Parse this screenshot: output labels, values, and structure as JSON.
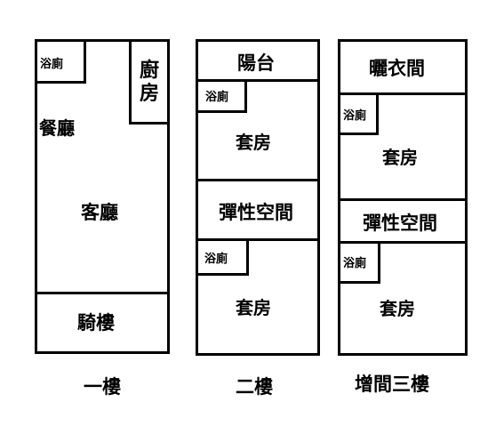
{
  "floors": [
    {
      "caption": "一樓",
      "rooms": {
        "bathroom": "浴廁",
        "kitchen": "廚房",
        "dining": "餐廳",
        "living": "客廳",
        "arcade": "騎樓"
      }
    },
    {
      "caption": "二樓",
      "rooms": {
        "balcony": "陽台",
        "bathroom_1": "浴廁",
        "suite_1": "套房",
        "flex_space": "彈性空間",
        "bathroom_2": "浴廁",
        "suite_2": "套房"
      }
    },
    {
      "caption": "增間三樓",
      "rooms": {
        "laundry": "曬衣間",
        "bathroom_1": "浴廁",
        "suite_1": "套房",
        "flex_space": "彈性空間",
        "bathroom_2": "浴廁",
        "suite_2": "套房"
      }
    }
  ],
  "colors": {
    "line": "#000000",
    "background": "#ffffff"
  }
}
